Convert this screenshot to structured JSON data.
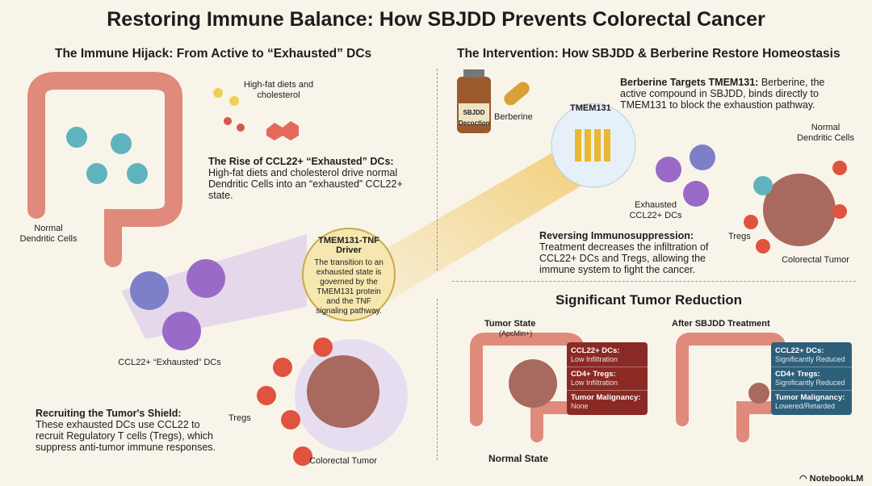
{
  "title": "Restoring Immune Balance: How SBJDD Prevents Colorectal Cancer",
  "left": {
    "subtitle": "The Immune Hijack: From Active to “Exhausted” DCs",
    "normal_dc_label": "Normal Dendritic Cells",
    "diet_label": "High-fat diets and cholesterol",
    "rise_heading": "The Rise of CCL22+ “Exhausted” DCs:",
    "rise_body": "High-fat diets and cholesterol drive normal Dendritic Cells into an “exhausted” CCL22+ state.",
    "driver_title": "TMEM131-TNF Driver",
    "driver_body": "The transition to an exhausted state is governed by the TMEM131 protein and the TNF signaling pathway.",
    "exhausted_label": "CCL22+ “Exhausted” DCs",
    "tregs_label": "Tregs",
    "tumor_label": "Colorectal Tumor",
    "shield_heading": "Recruiting the Tumor's Shield:",
    "shield_body": "These exhausted DCs use CCL22 to recruit Regulatory T cells (Tregs), which suppress anti-tumor immune responses."
  },
  "right": {
    "subtitle": "The Intervention: How SBJDD & Berberine Restore Homeostasis",
    "bottle_label": "SBJDD Decoction",
    "berberine_label": "Berberine",
    "tmem_label": "TMEM131",
    "target_heading": "Berberine Targets TMEM131:",
    "target_body": "Berberine, the active compound in SBJDD, binds directly to TMEM131 to block the exhaustion pathway.",
    "exhausted_label": "Exhausted CCL22+ DCs",
    "normal_dc_label": "Normal Dendritic Cells",
    "tregs_label": "Tregs",
    "tumor_label": "Colorectal Tumor",
    "reverse_heading": "Reversing Immunosuppression:",
    "reverse_body": "Treatment decreases the infiltration of CCL22+ DCs and Tregs, allowing the immune system to fight the cancer."
  },
  "reduction": {
    "heading": "Significant Tumor Reduction",
    "tumor_state": "Tumor State",
    "tumor_state_sub": "(ApcMin+)",
    "normal_state": "Normal State",
    "after": "After SBJDD Treatment",
    "before_box": [
      {
        "k": "CCL22+ DCs:",
        "v": "Low Infiltration"
      },
      {
        "k": "CD4+ Tregs:",
        "v": "Low Infiltration"
      },
      {
        "k": "Tumor Malignancy:",
        "v": "None"
      }
    ],
    "after_box": [
      {
        "k": "CCL22+ DCs:",
        "v": "Significantly Reduced"
      },
      {
        "k": "CD4+ Tregs:",
        "v": "Significantly Reduced"
      },
      {
        "k": "Tumor Malignancy:",
        "v": "Lowered/Retarded"
      }
    ]
  },
  "brand": "NotebookLM"
}
